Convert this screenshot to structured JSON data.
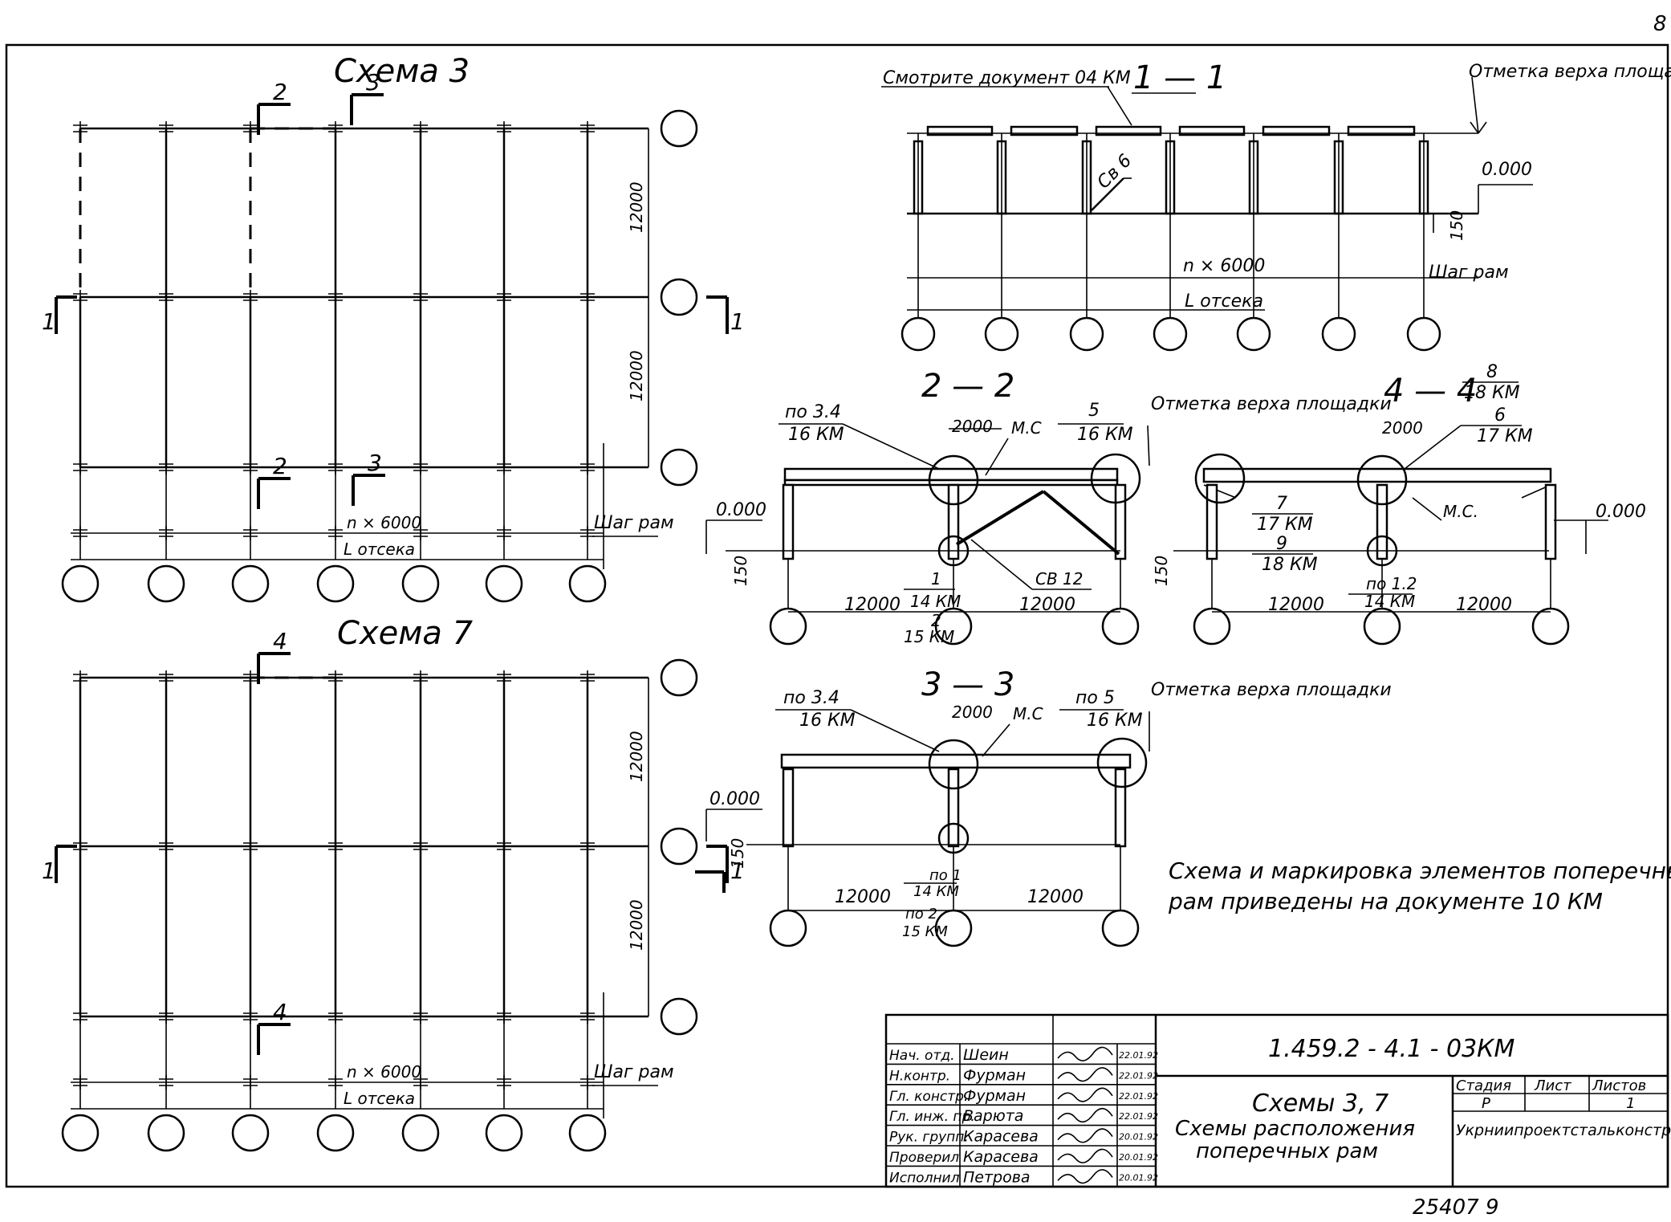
{
  "page": {
    "number": "8",
    "doc_bottom": "25407 9"
  },
  "plan3": {
    "title": "Схема 3",
    "dim_12000_a": "12000",
    "dim_12000_b": "12000",
    "span_label": "n × 6000",
    "bay_label": "L отсека",
    "step_label": "Шаг рам",
    "sec1_left": "1",
    "sec1_right": "1",
    "sec2_top": "2",
    "sec2_bottom": "2",
    "sec3_top": "3",
    "sec3_bottom": "3"
  },
  "plan7": {
    "title": "Схема 7",
    "dim_12000_a": "12000",
    "dim_12000_b": "12000",
    "span_label": "n × 6000",
    "bay_label": "L отсека",
    "step_label": "Шаг рам",
    "sec1_left": "1",
    "sec1_right": "1",
    "sec4_top": "4",
    "sec4_bottom": "4"
  },
  "sec11": {
    "title": "1 — 1",
    "see_doc": "Смотрите документ 04 КМ",
    "top_mark": "Отметка верха площадки",
    "zero": "0.000",
    "brace": "Св 6",
    "h150": "150",
    "span_label": "n × 6000",
    "bay_label": "L отсека",
    "step_label": "Шаг рам"
  },
  "sec22": {
    "title": "2 — 2",
    "ref_a_top": "по 3.4",
    "ref_a_bot": "16 КМ",
    "d2000": "2000",
    "mc": "М.С",
    "ref5_top": "5",
    "ref5_bot": "16 КМ",
    "top_mark": "Отметка верха площадки",
    "zero": "0.000",
    "h150": "150",
    "n1_top": "1",
    "n1_bot": "14 КМ",
    "n2_top": "2",
    "n2_bot": "15 КМ",
    "brace": "СВ 12",
    "d12000_l": "12000",
    "d12000_r": "12000"
  },
  "sec44": {
    "title": "4 — 4",
    "r8_top": "8",
    "r8_bot": "18 КМ",
    "r6_top": "6",
    "r6_bot": "17 КМ",
    "d2000": "2000",
    "r7_top": "7",
    "r7_bot": "17 КМ",
    "r9_top": "9",
    "r9_bot": "18 КМ",
    "mc": "М.С.",
    "zero": "0.000",
    "h150": "150",
    "r12_top": "по 1.2",
    "r12_bot": "14 КМ",
    "d12000_l": "12000",
    "d12000_r": "12000"
  },
  "sec33": {
    "title": "3 — 3",
    "ref_a_top": "по 3.4",
    "ref_a_bot": "16 КМ",
    "d2000": "2000",
    "mc": "М.С",
    "ref5_top": "по 5",
    "ref5_bot": "16 КМ",
    "top_mark": "Отметка верха площадки",
    "zero": "0.000",
    "h150": "150",
    "n1_top": "по 1",
    "n1_bot": "14 КМ",
    "n2_top": "по 2",
    "n2_bot": "15 КМ",
    "d12000_l": "12000",
    "d12000_r": "12000"
  },
  "note": {
    "line1": "Схема и маркировка элементов поперечных",
    "line2": "рам приведены на документе 10 КМ"
  },
  "title_block": {
    "code": "1.459.2 - 4.1 - 03КМ",
    "name1": "Схемы 3, 7",
    "name2": "Схемы расположения",
    "name3": "поперечных рам",
    "stage_h": "Стадия",
    "sheet_h": "Лист",
    "sheets_h": "Листов",
    "stage_v": "Р",
    "sheet_v": "",
    "sheets_v": "1",
    "org1": "Укрниипроектстальконструкция",
    "org2": "",
    "rows": [
      {
        "role": "Нач. отд.",
        "name": "Шеин",
        "date": "22.01.92"
      },
      {
        "role": "Н.контр.",
        "name": "Фурман",
        "date": "22.01.92"
      },
      {
        "role": "Гл. констр.",
        "name": "Фурман",
        "date": "22.01.92"
      },
      {
        "role": "Гл. инж. пр.",
        "name": "Варюта",
        "date": "22.01.92"
      },
      {
        "role": "Рук. групп.",
        "name": "Карасева",
        "date": "20.01.92"
      },
      {
        "role": "Проверил",
        "name": "Карасева",
        "date": "20.01.92"
      },
      {
        "role": "Исполнил",
        "name": "Петрова",
        "date": "20.01.92"
      }
    ]
  }
}
